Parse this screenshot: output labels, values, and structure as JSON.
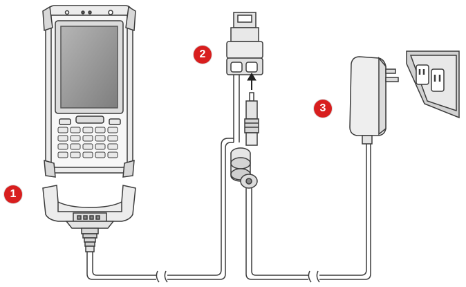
{
  "callouts": [
    {
      "id": "1",
      "label": "1"
    },
    {
      "id": "2",
      "label": "2"
    },
    {
      "id": "3",
      "label": "3"
    }
  ],
  "colors": {
    "badge": "#d81e1e",
    "line": "#3a3a3a",
    "screen": "#9a9a9a",
    "outlet": "#cfcfcf"
  },
  "icons": [
    "handheld-device",
    "charging-cradle",
    "usb-connector-block",
    "dc-plug",
    "ferrite-choke",
    "wall-adapter",
    "wall-outlet",
    "cable-break"
  ]
}
